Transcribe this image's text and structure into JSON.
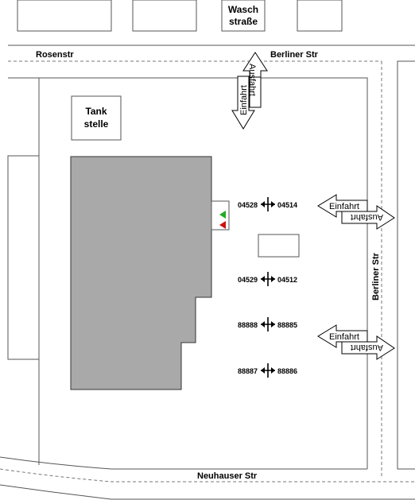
{
  "streets": {
    "rosenstr": "Rosenstr",
    "berliner_top": "Berliner Str",
    "berliner_side": "Berliner Str",
    "neuhauser": "Neuhauser Str"
  },
  "buildings": {
    "waschstrasse_line1": "Wasch",
    "waschstrasse_line2": "straße",
    "tankstelle_line1": "Tank",
    "tankstelle_line2": "stelle"
  },
  "access": {
    "einfahrt": "Einfahrt",
    "ausfahrt": "Ausfahrt"
  },
  "spaces": [
    {
      "left": "04528",
      "right": "04514"
    },
    {
      "left": "04529",
      "right": "04512"
    },
    {
      "left": "88888",
      "right": "88885"
    },
    {
      "left": "88887",
      "right": "88886"
    }
  ],
  "colors": {
    "building_fill": "#a9a9a9",
    "line": "#000000",
    "dashed": "#777777",
    "marker_green": "#22aa22",
    "marker_red": "#cc1111"
  }
}
